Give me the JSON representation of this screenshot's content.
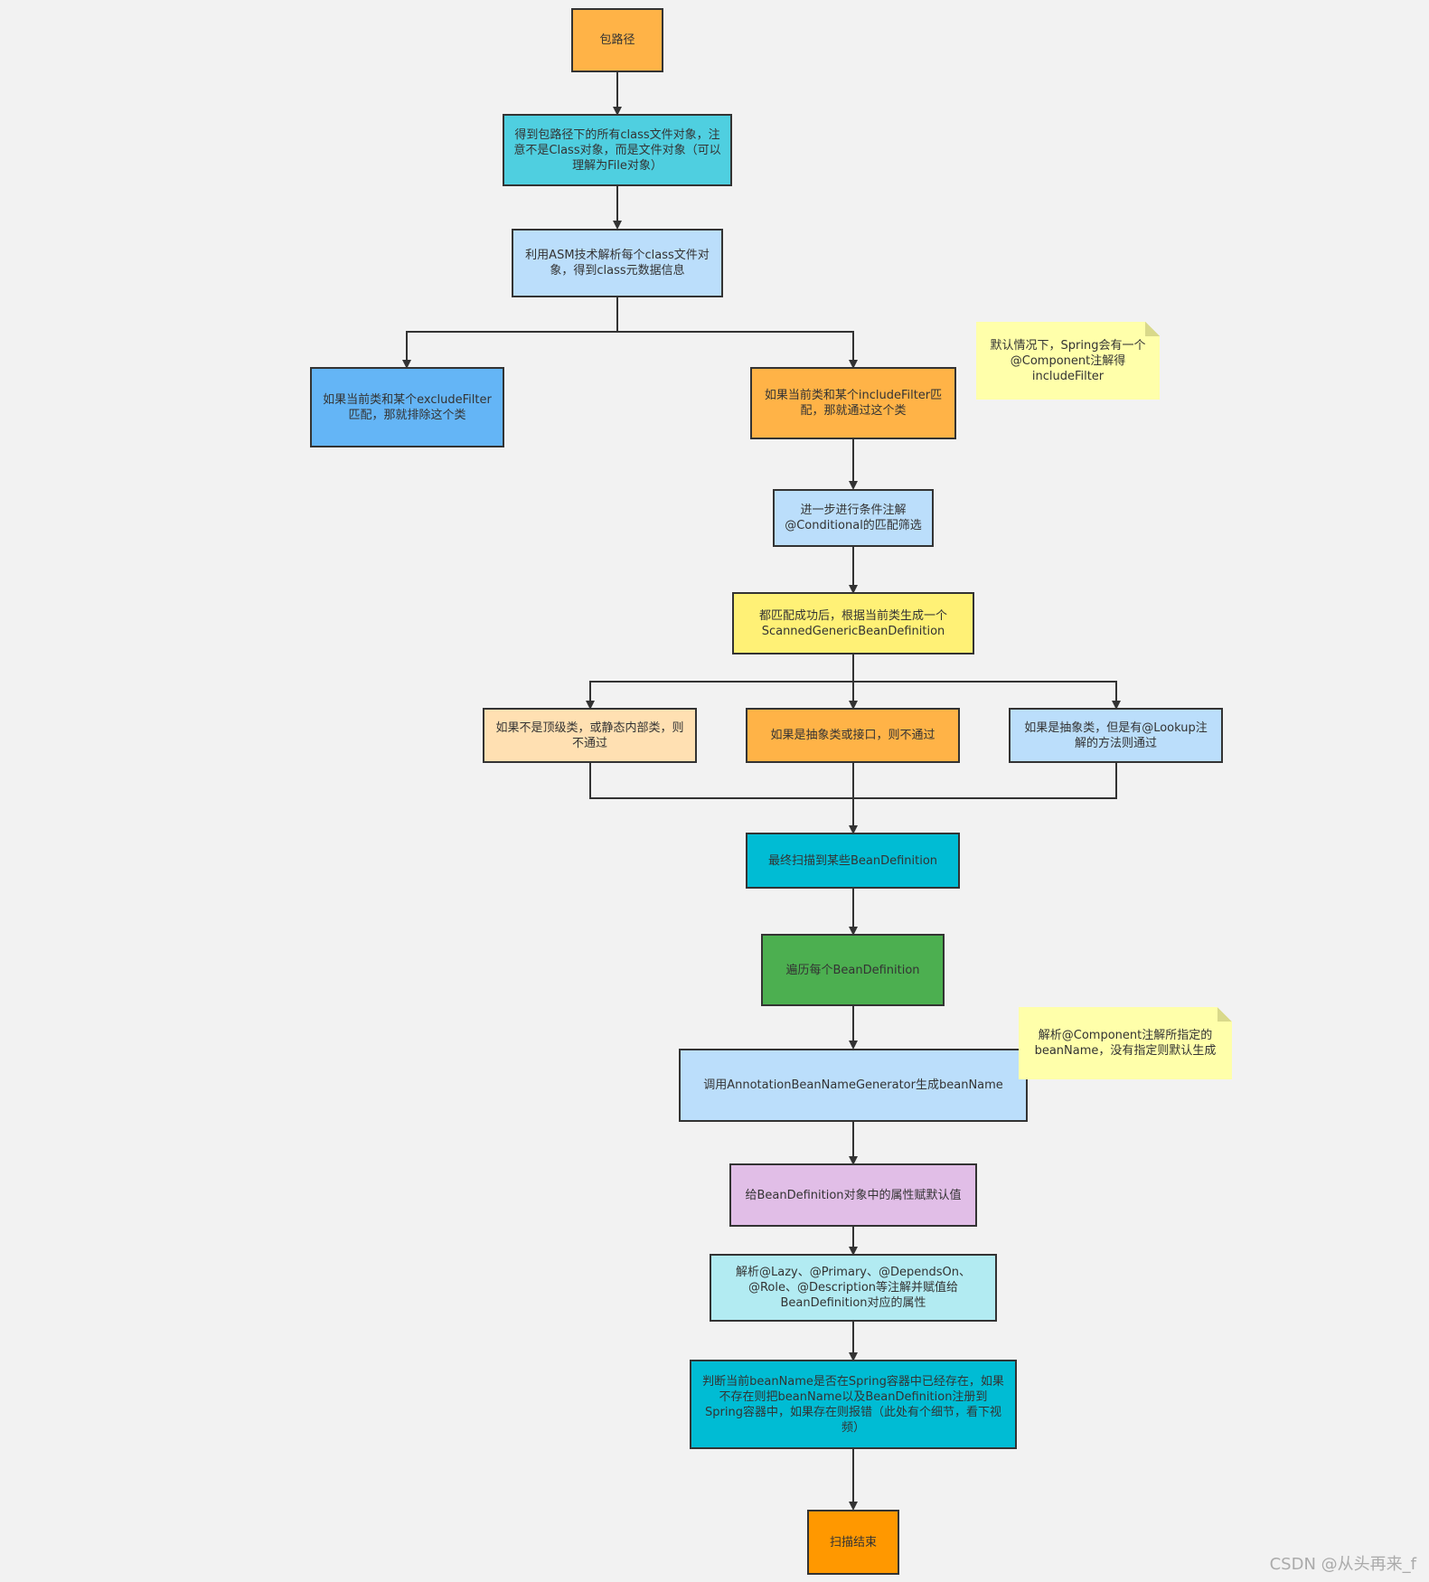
{
  "nodes": {
    "package_path": "包路径",
    "get_class_files": "得到包路径下的所有class文件对象，注意不是Class对象，而是文件对象（可以理解为File对象）",
    "asm_parse": "利用ASM技术解析每个class文件对象，得到class元数据信息",
    "exclude_filter": "如果当前类和某个excludeFilter匹配，那就排除这个类",
    "include_filter": "如果当前类和某个includeFilter匹配，那就通过这个类",
    "conditional": "进一步进行条件注解@Conditional的匹配筛选",
    "generate_bd": "都匹配成功后，根据当前类生成一个ScannedGenericBeanDefinition",
    "not_top_level": "如果不是顶级类，或静态内部类，则不通过",
    "abstract_or_interface": "如果是抽象类或接口，则不通过",
    "abstract_lookup": "如果是抽象类，但是有@Lookup注解的方法则通过",
    "final_scan": "最终扫描到某些BeanDefinition",
    "iterate": "遍历每个BeanDefinition",
    "bean_name_generator": "调用AnnotationBeanNameGenerator生成beanName",
    "assign_defaults": "给BeanDefinition对象中的属性赋默认值",
    "parse_annotations": "解析@Lazy、@Primary、@DependsOn、@Role、@Description等注解并赋值给BeanDefinition对应的属性",
    "register": "判断当前beanName是否在Spring容器中已经存在，如果不存在则把beanName以及BeanDefinition注册到Spring容器中，如果存在则报错（此处有个细节，看下视频）",
    "scan_end": "扫描结束"
  },
  "notes": {
    "include_filter_note": "默认情况下，Spring会有一个@Component注解得includeFilter",
    "bean_name_note": "解析@Component注解所指定的beanName，没有指定则默认生成"
  },
  "watermark": "CSDN @从头再来_f",
  "colors": {
    "line": "#333333",
    "node_border": "#333333",
    "note": "#ffffaa"
  }
}
